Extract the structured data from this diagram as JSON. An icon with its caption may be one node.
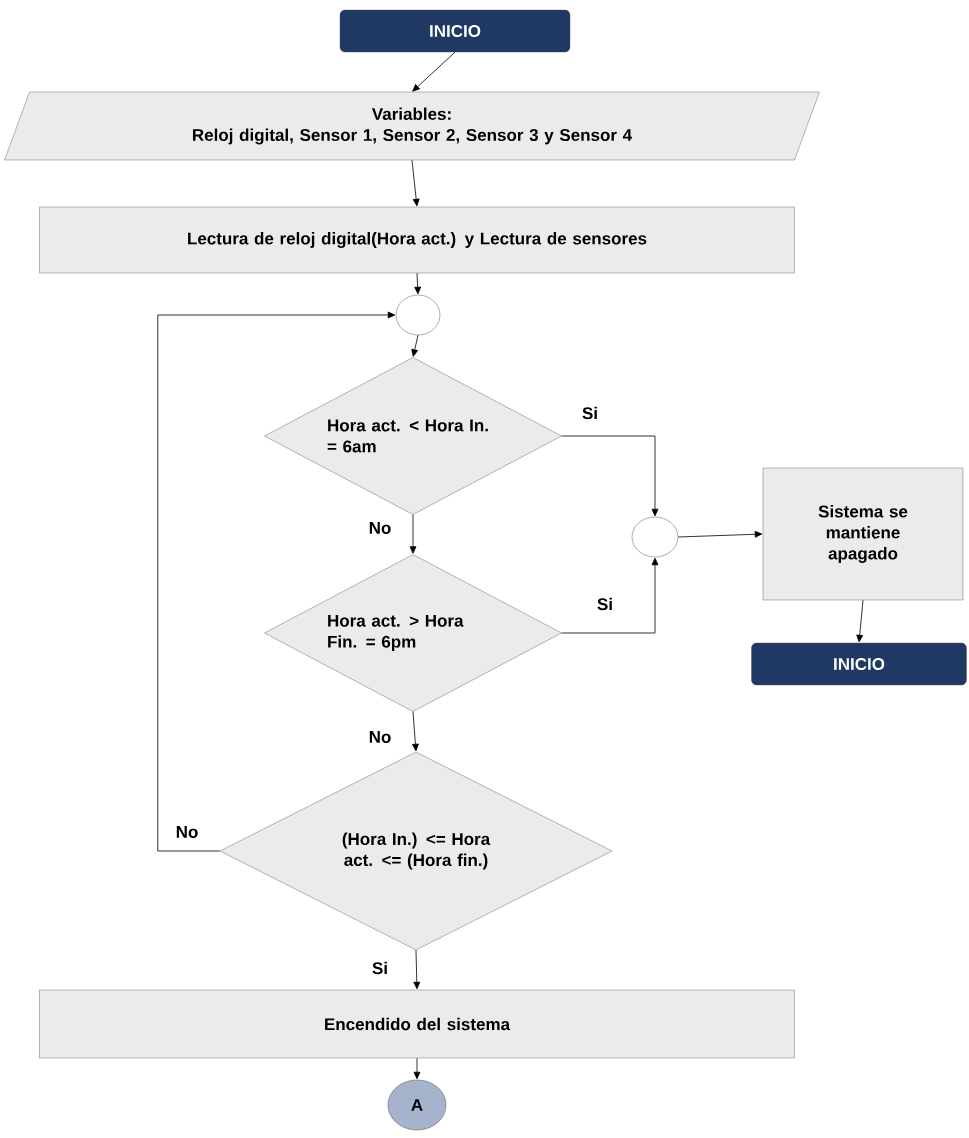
{
  "diagram": {
    "nodes": [
      {
        "text": [
          "INICIO"
        ]
      },
      {
        "text": [
          "Variables:",
          "Reloj digital, Sensor 1, Sensor 2, Sensor 3 y Sensor 4"
        ]
      },
      {
        "text": [
          "Lectura de reloj digital(Hora act.) y Lectura de sensores"
        ]
      },
      {
        "text": [],
        "shape": "circle"
      },
      {
        "text": [
          "Hora act. < Hora In. = 6am"
        ]
      },
      {
        "text": [
          "Hora act. > Hora Fin. = 6pm"
        ]
      },
      {
        "text": [
          "(Hora In.) <= Hora act. <= (Hora fin.)"
        ]
      },
      {
        "text": [],
        "shape": "circle"
      },
      {
        "text": [
          "Sistema se mantiene apagado"
        ]
      },
      {
        "text": [
          "INICIO"
        ]
      },
      {
        "text": [
          "Encendido del sistema"
        ]
      },
      {
        "text": [
          "A"
        ]
      }
    ],
    "edges": [
      {
        "from": 0,
        "to": 1,
        "arrow": "to"
      },
      {
        "from": 1,
        "to": 2,
        "arrow": "to"
      },
      {
        "from": 2,
        "to": 3,
        "arrow": "to"
      },
      {
        "from": 3,
        "to": 4,
        "arrow": "to"
      },
      {
        "from": 4,
        "to": 7,
        "arrow": "to",
        "label": "Si"
      },
      {
        "from": 4,
        "to": 5,
        "arrow": "to",
        "label": "No"
      },
      {
        "from": 5,
        "to": 7,
        "arrow": "to",
        "label": "Si"
      },
      {
        "from": 5,
        "to": 6,
        "arrow": "to",
        "label": "No"
      },
      {
        "from": 6,
        "to": 3,
        "arrow": "to",
        "label": "No"
      },
      {
        "from": 6,
        "to": 10,
        "arrow": "to",
        "label": "Si"
      },
      {
        "from": 7,
        "to": 8,
        "arrow": "to"
      },
      {
        "from": 8,
        "to": 9,
        "arrow": "to"
      },
      {
        "from": 10,
        "to": 11,
        "arrow": "to"
      }
    ]
  }
}
